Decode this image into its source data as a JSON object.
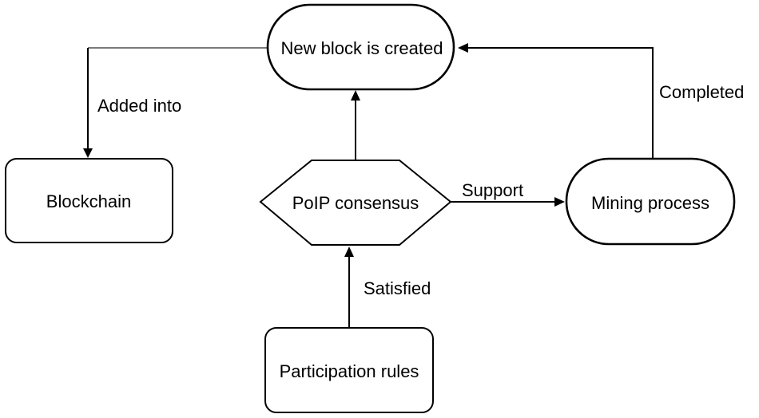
{
  "nodes": {
    "new_block": "New block is created",
    "blockchain": "Blockchain",
    "poip_consensus": "PoIP consensus",
    "mining_process": "Mining process",
    "participation_rules": "Participation rules"
  },
  "edges": {
    "added_into": "Added into",
    "support": "Support",
    "completed": "Completed",
    "satisfied": "Satisfied"
  },
  "colors": {
    "stroke": "#000000",
    "fill": "#ffffff",
    "connector_grey": "#7a7a7a"
  }
}
